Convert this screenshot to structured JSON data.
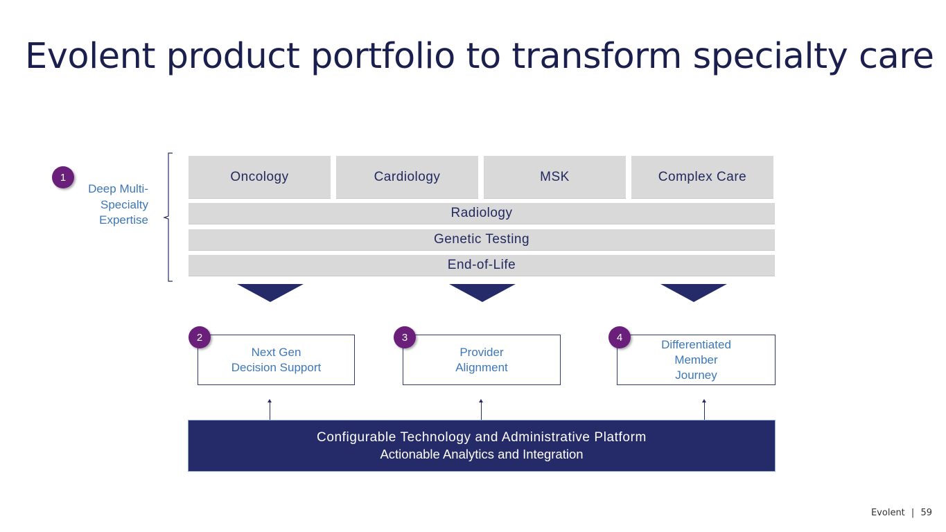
{
  "title": "Evolent product portfolio to transform specialty care",
  "footer": {
    "brand": "Evolent",
    "separator": "|",
    "page_number": "59"
  },
  "expertise": {
    "badge": "1",
    "label": "Deep Multi-\nSpecialty\nExpertise"
  },
  "specialties": [
    "Oncology",
    "Cardiology",
    "MSK",
    "Complex Care"
  ],
  "service_bars": [
    "Radiology",
    "Genetic Testing",
    "End-of-Life"
  ],
  "outcomes": [
    {
      "badge": "2",
      "label": "Next Gen\nDecision Support"
    },
    {
      "badge": "3",
      "label": "Provider\nAlignment"
    },
    {
      "badge": "4",
      "label": "Differentiated\nMember\nJourney"
    }
  ],
  "platform": {
    "line1": "Configurable Technology and Administrative Platform",
    "line2": "Actionable Analytics and Integration"
  },
  "colors": {
    "navy": "#252a69",
    "purple": "#6a1f7a",
    "accent_blue": "#3d77b6",
    "gray": "#d9d9d9"
  }
}
